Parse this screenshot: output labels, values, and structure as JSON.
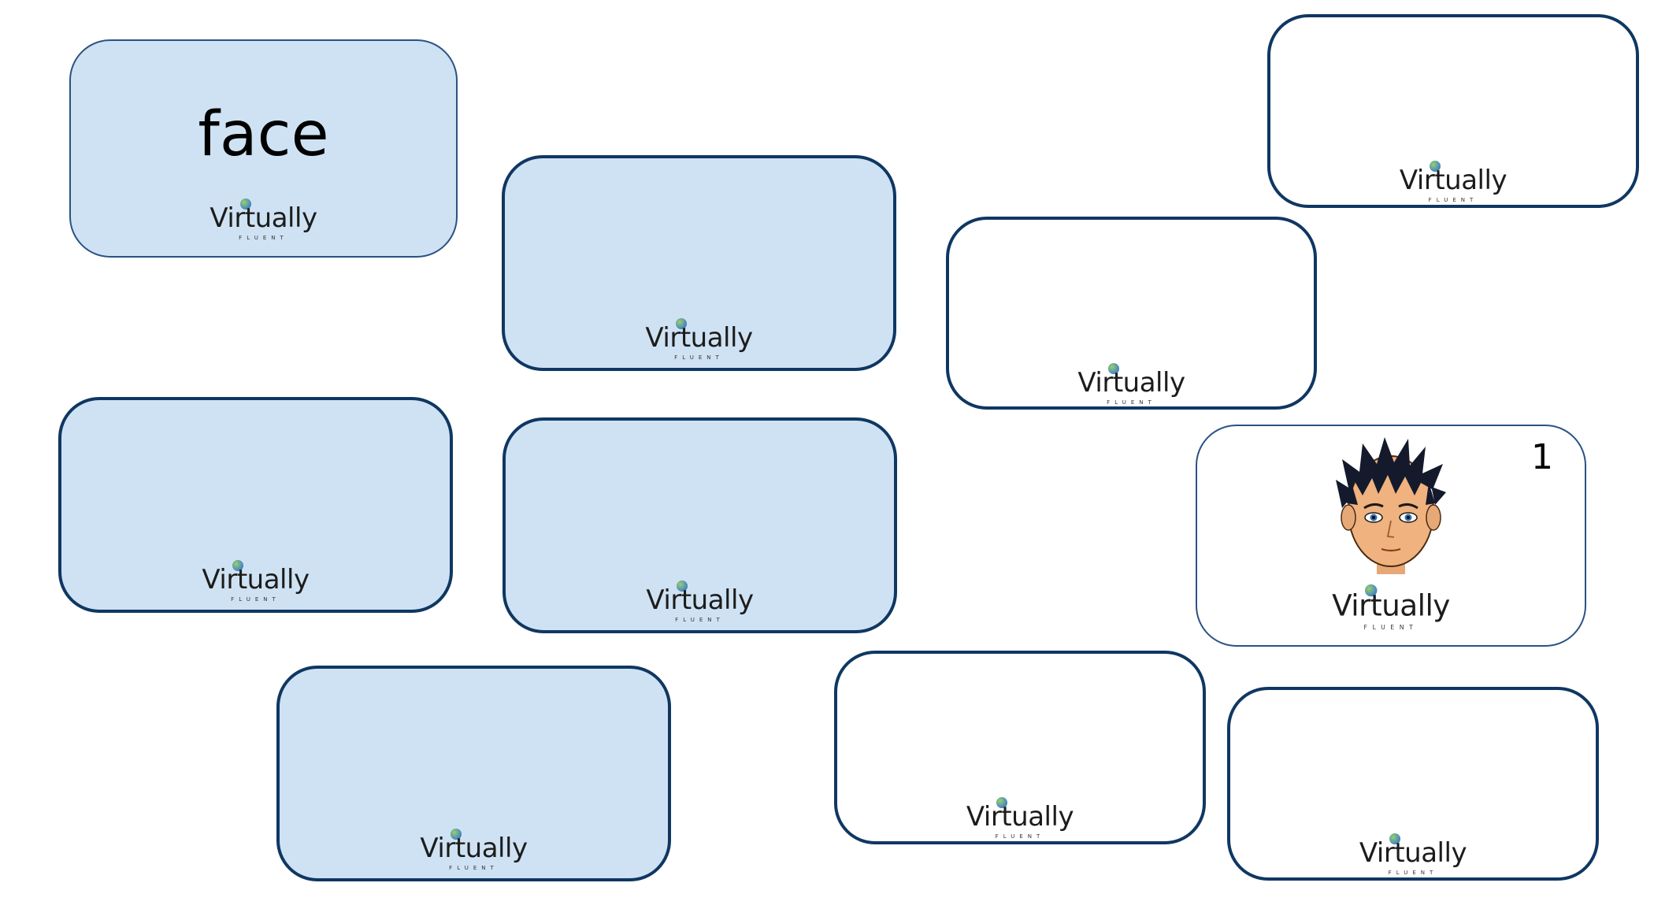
{
  "cards": [
    {
      "word": "face",
      "logo": "Virtually",
      "logo_sub": "FLUENT",
      "face_down": false,
      "color": "#cfe2f3"
    },
    {
      "word": "",
      "logo": "Virtually",
      "logo_sub": "FLUENT",
      "face_down": true,
      "color": "#cfe2f3"
    },
    {
      "word": "",
      "logo": "Virtually",
      "logo_sub": "FLUENT",
      "face_down": true,
      "color": "#ffffff"
    },
    {
      "word": "",
      "logo": "Virtually",
      "logo_sub": "FLUENT",
      "face_down": true,
      "color": "#ffffff"
    },
    {
      "word": "",
      "logo": "Virtually",
      "logo_sub": "FLUENT",
      "face_down": true,
      "color": "#cfe2f3"
    },
    {
      "word": "",
      "logo": "Virtually",
      "logo_sub": "FLUENT",
      "face_down": true,
      "color": "#cfe2f3"
    },
    {
      "number": "1",
      "image": "cartoon-boy-face",
      "logo": "Virtually",
      "logo_sub": "FLUENT",
      "face_down": false,
      "color": "#ffffff"
    },
    {
      "word": "",
      "logo": "Virtually",
      "logo_sub": "FLUENT",
      "face_down": true,
      "color": "#cfe2f3"
    },
    {
      "word": "",
      "logo": "Virtually",
      "logo_sub": "FLUENT",
      "face_down": true,
      "color": "#ffffff"
    },
    {
      "word": "",
      "logo": "Virtually",
      "logo_sub": "FLUENT",
      "face_down": true,
      "color": "#ffffff"
    }
  ],
  "colors": {
    "card_border": "#0f3762",
    "card_blue": "#cfe2f3",
    "card_white": "#ffffff"
  }
}
